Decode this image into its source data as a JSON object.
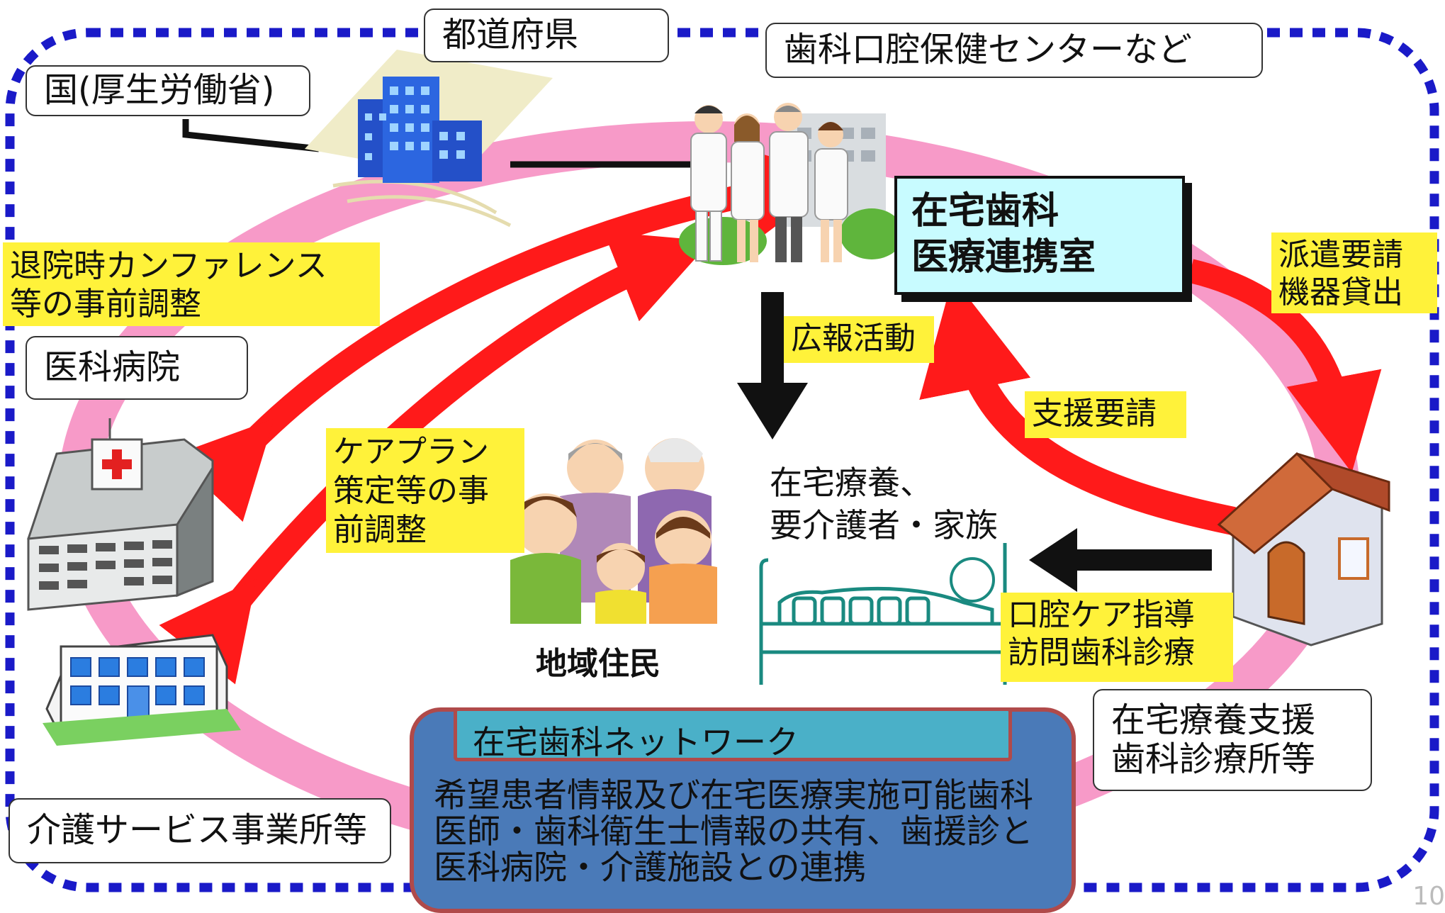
{
  "callouts": {
    "kuni": "国(厚生労働省)",
    "todofuken": "都道府県",
    "center": "歯科口腔保健センターなど",
    "ika": "医科病院",
    "kaigo": "介護サービス事業所等",
    "shien": [
      "在宅療養支援",
      "歯科診療所等"
    ]
  },
  "central_office": [
    "在宅歯科",
    "医療連携室"
  ],
  "yellow_labels": {
    "conference": [
      "退院時カンファレンス",
      "等の事前調整"
    ],
    "careplan": [
      "ケアプラン",
      "策定等の事",
      "前調整"
    ],
    "koho": "広報活動",
    "shien_yosei": "支援要請",
    "haken": [
      "派遣要請",
      "機器貸出"
    ],
    "koku": [
      "口腔ケア指導",
      "訪問歯科診療"
    ]
  },
  "texts": {
    "zaitaku": [
      "在宅療養、",
      "要介護者・家族"
    ],
    "chiiki": "地域住民"
  },
  "network": {
    "title": "在宅歯科ネットワーク",
    "body": [
      "希望患者情報及び在宅医療実施可能歯科",
      "医師・歯科衛生士情報の共有、歯援診と",
      "医科病院・介護施設との連携"
    ]
  },
  "page_number": "10",
  "colors": {
    "dotted_border": "#1a1ac8",
    "ring": "#f79ac8",
    "arrow_red": "#ff1a1a",
    "label_yellow": "#fff23a",
    "center_box": "#c8fbff",
    "network_box": "#4a7ab8",
    "network_title": "#4ab0c8"
  },
  "icons": [
    "government-building-icon",
    "medical-staff-icon",
    "hospital-building-icon",
    "care-facility-icon",
    "house-icon",
    "family-icon",
    "bed-patient-icon"
  ]
}
